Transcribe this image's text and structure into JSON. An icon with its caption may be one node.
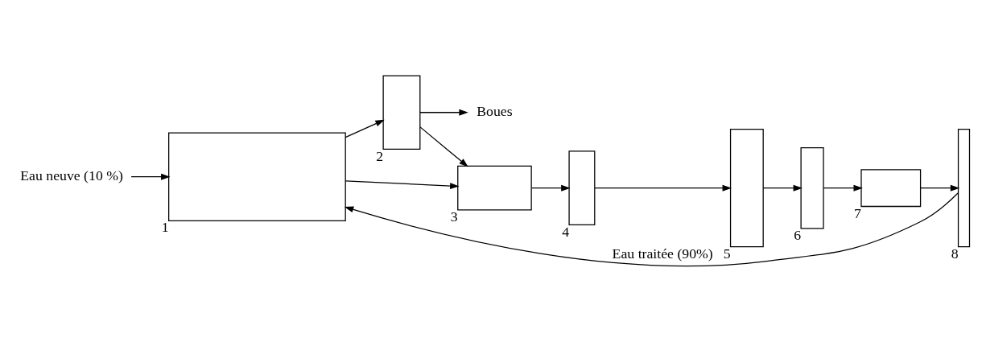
{
  "diagram": {
    "nodes": [
      {
        "text": [],
        "shape": "box",
        "beside": [
          "1"
        ]
      },
      {
        "text": [],
        "shape": "box",
        "beside": [
          "2"
        ]
      },
      {
        "text": [],
        "shape": "box",
        "beside": [
          "3"
        ]
      },
      {
        "text": [],
        "shape": "box",
        "beside": [
          "4"
        ]
      },
      {
        "text": [],
        "shape": "box",
        "beside": [
          "5"
        ]
      },
      {
        "text": [],
        "shape": "box",
        "beside": [
          "6"
        ]
      },
      {
        "text": [],
        "shape": "box",
        "beside": [
          "7"
        ]
      },
      {
        "text": [],
        "shape": "box",
        "beside": [
          "8"
        ]
      },
      {
        "text": [
          "Boues"
        ]
      },
      {
        "text": [
          "Eau neuve (10 %)"
        ]
      }
    ],
    "edges": [
      {
        "from": 9,
        "to": 0,
        "arrow": "to"
      },
      {
        "from": 0,
        "to": 2,
        "arrow": "to"
      },
      {
        "from": 0,
        "to": 1,
        "arrow": "to"
      },
      {
        "from": 1,
        "to": 2,
        "arrow": "to"
      },
      {
        "from": 1,
        "to": 8,
        "arrow": "to"
      },
      {
        "from": 2,
        "to": 3,
        "arrow": "to"
      },
      {
        "from": 3,
        "to": 4,
        "arrow": "to"
      },
      {
        "from": 4,
        "to": 5,
        "arrow": "to"
      },
      {
        "from": 5,
        "to": 6,
        "arrow": "to"
      },
      {
        "from": 6,
        "to": 7,
        "arrow": "to"
      },
      {
        "from": 7,
        "to": 0,
        "arrow": "to",
        "label": "Eau traitée (90%)"
      }
    ]
  }
}
